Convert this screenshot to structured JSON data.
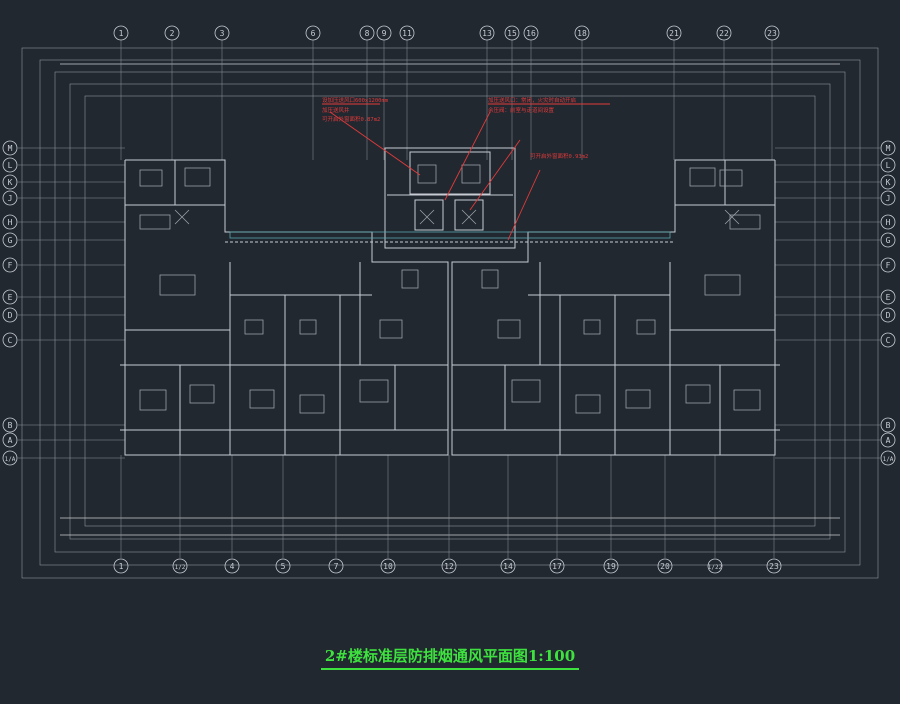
{
  "drawing": {
    "title": "2#楼标准层防排烟通风平面图1:100",
    "colors": {
      "background": "#212830",
      "line": "#c8ccd2",
      "grid": "#8d949c",
      "annotation": "#e23a3a",
      "title": "#3ee23e",
      "hatch": "#59a7ad"
    },
    "top_axes": [
      "1",
      "2",
      "3",
      "6",
      "8",
      "9",
      "11",
      "13",
      "15",
      "16",
      "18",
      "21",
      "22",
      "23"
    ],
    "bottom_axes": [
      "1",
      "1/2",
      "4",
      "5",
      "7",
      "10",
      "12",
      "14",
      "17",
      "19",
      "20",
      "1/22",
      "23"
    ],
    "left_axes": [
      "M",
      "L",
      "K",
      "J",
      "H",
      "G",
      "F",
      "E",
      "D",
      "C",
      "B",
      "A",
      "1/A"
    ],
    "right_axes": [
      "M",
      "L",
      "K",
      "J",
      "H",
      "G",
      "F",
      "E",
      "D",
      "C",
      "B",
      "A",
      "1/A"
    ],
    "annotations": [
      "设加压送风口600x1200mm",
      "加压送风井",
      "可开启外窗面积0.87m2",
      "加压送风口：常闭，火灾时自动开启",
      "余压阀：前室与走道间设置",
      "可开启外窗面积0.93m2"
    ]
  }
}
